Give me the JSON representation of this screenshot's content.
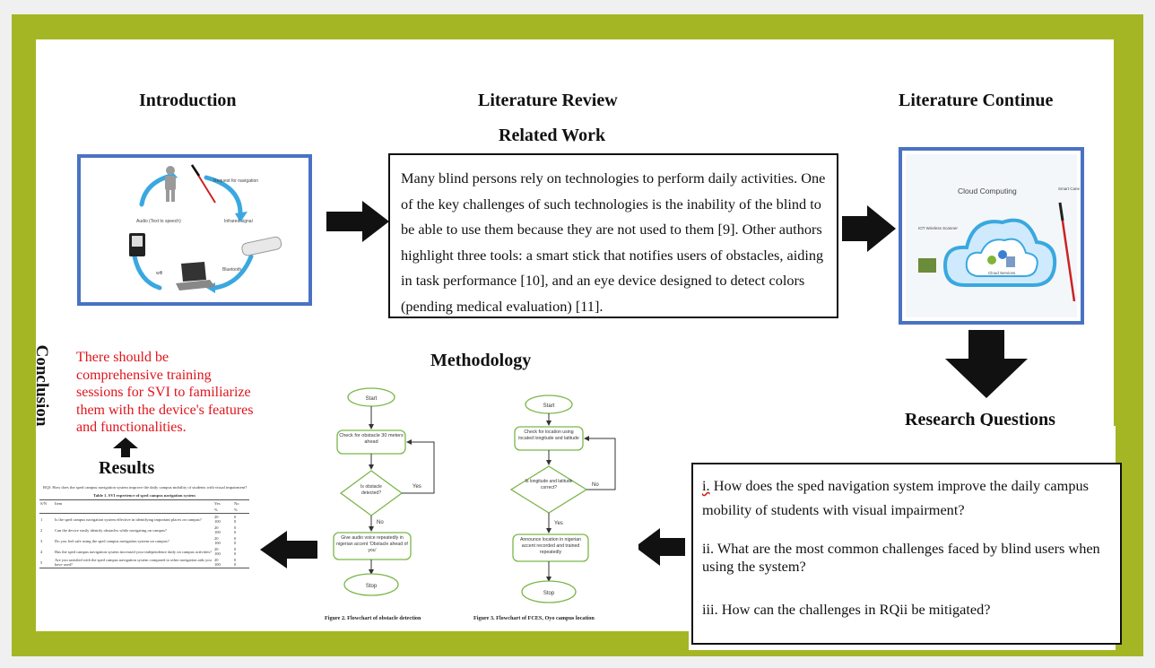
{
  "headings": {
    "introduction": "Introduction",
    "literature_review": "Literature Review",
    "related_work": "Related Work",
    "literature_continue": "Literature Continue",
    "research_questions": "Research Questions",
    "methodology": "Methodology",
    "results": "Results",
    "conclusion": "Conclusion"
  },
  "literature_text": "Many blind persons rely on technologies to perform daily activities. One of the key challenges of such technologies is the inability of the blind to be able to use them because they are not used to them [9]. Other authors highlight three tools: a smart stick that notifies users of obstacles, aiding in task performance [10], and an eye device designed to detect colors (pending medical evaluation) [11].",
  "intro_diagram": {
    "request": "Request for navigation",
    "infrared": "Infrared signal",
    "audio": "Audio (Text to speech)",
    "bluetooth": "Bluetooth",
    "wifi": "wifi"
  },
  "cloud_diagram": {
    "title": "Cloud Computing",
    "smart_cane": "Smart Cane",
    "iot": "IOT Wireless Scanner",
    "services": "Cloud Services"
  },
  "research_questions": [
    {
      "num": "i.",
      "text": "How does the sped navigation system improve the daily campus mobility of students with visual impairment?"
    },
    {
      "num": "ii.",
      "text": "What are the most common challenges faced by blind users when using the system?"
    },
    {
      "num": "iii.",
      "text": "How can the challenges in RQii be mitigated?"
    }
  ],
  "conclusion_text": "There should be comprehensive training sessions for SVI to familiarize them with the device's features and functionalities.",
  "flowchart1": {
    "start": "Start",
    "check": "Check for obstacle 30 meters ahead",
    "decision": "Is obstacle detected?",
    "yes": "Yes",
    "no": "No",
    "action": "Give audio voice repeatedly in nigerian accent 'Obstacle ahead of you'",
    "stop": "Stop",
    "caption": "Figure 2. Flowchart of obstacle detection"
  },
  "flowchart2": {
    "start": "Start",
    "check": "Check for location using located longitude and latitude",
    "decision": "Is longitude and latitude correct?",
    "yes": "Yes",
    "no": "No",
    "action": "Announce location in nigerian accent recorded and trained repeatedly",
    "stop": "Stop",
    "caption": "Figure 3. Flowchart of FCES, Oyo campus location"
  },
  "results_table": {
    "question": "RQI: How does the sped campus navigation system improve the daily campus mobility of students with visual impairment?",
    "title": "Table 1. SVI experience of sped campus navigation system",
    "columns": [
      "S/N",
      "Item",
      "Yes",
      "No"
    ],
    "subcolumns": [
      "%",
      "%"
    ],
    "rows": [
      {
        "sn": "1",
        "item": "Is the sped campus navigation system effective in identifying important places on campus?",
        "yes": "20",
        "no": "0",
        "yes_pct": "100",
        "no_pct": "0"
      },
      {
        "sn": "2",
        "item": "Can the device easily identify obstacles while navigating on campus?",
        "yes": "20",
        "no": "0",
        "yes_pct": "100",
        "no_pct": "0"
      },
      {
        "sn": "3",
        "item": "Do you feel safe using the sped campus navigation system on campus?",
        "yes": "20",
        "no": "0",
        "yes_pct": "100",
        "no_pct": "0"
      },
      {
        "sn": "4",
        "item": "Has the sped campus navigation system increased your independence daily on campus activities?",
        "yes": "20",
        "no": "0",
        "yes_pct": "100",
        "no_pct": "0"
      },
      {
        "sn": "5",
        "item": "Are you satisfied with the sped campus navigation system compared to other navigation aids you have used?",
        "yes": "20",
        "no": "0",
        "yes_pct": "100",
        "no_pct": "0"
      }
    ]
  }
}
